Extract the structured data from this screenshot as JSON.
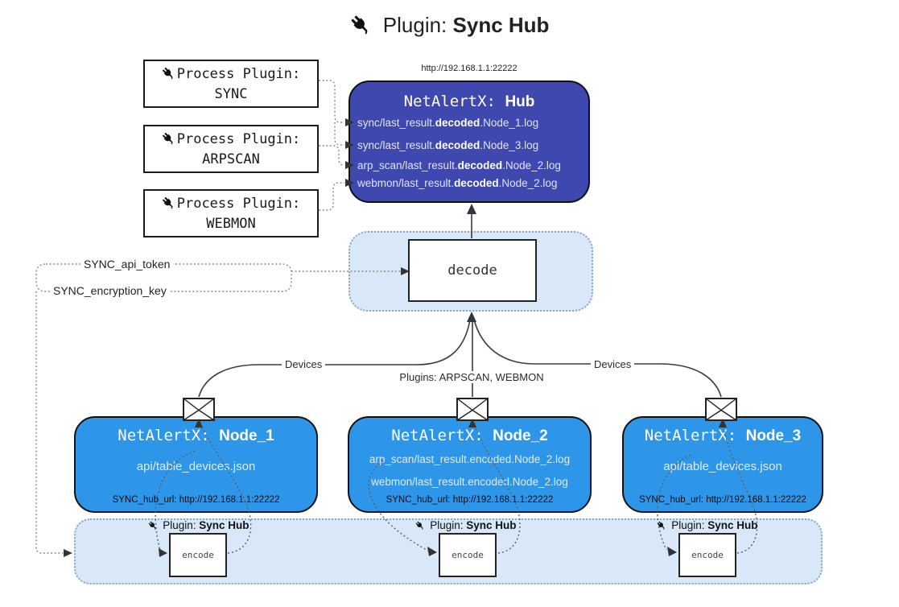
{
  "title": {
    "prefix": "Plugin:",
    "name": "Sync Hub"
  },
  "process_plugins": [
    {
      "label": "Process Plugin:",
      "name": "SYNC"
    },
    {
      "label": "Process Plugin:",
      "name": "ARPSCAN"
    },
    {
      "label": "Process Plugin:",
      "name": "WEBMON"
    }
  ],
  "hub": {
    "url": "http://192.168.1.1:22222",
    "title_prefix": "NetAlertX:",
    "title_name": "Hub",
    "logs": [
      {
        "pre": "sync/last_result.",
        "bold": "decoded",
        "post": ".Node_1.log"
      },
      {
        "pre": "sync/last_result.",
        "bold": "decoded",
        "post": ".Node_3.log"
      },
      {
        "pre": "arp_scan/last_result.",
        "bold": "decoded",
        "post": ".Node_2.log"
      },
      {
        "pre": "webmon/last_result.",
        "bold": "decoded",
        "post": ".Node_2.log"
      }
    ]
  },
  "decode_label": "decode",
  "encode_label": "encode",
  "settings": {
    "api_token": "SYNC_api_token",
    "encryption_key": "SYNC_encryption_key"
  },
  "edges": {
    "devices_left": "Devices",
    "devices_right": "Devices",
    "plugins": "Plugins: ARPSCAN, WEBMON"
  },
  "nodes": [
    {
      "title_prefix": "NetAlertX:",
      "name": "Node_1",
      "files": [
        "api/table_devices.json"
      ],
      "hub_url": "SYNC_hub_url: http://192.168.1.1:22222"
    },
    {
      "title_prefix": "NetAlertX:",
      "name": "Node_2",
      "files": [
        "arp_scan/last_result.encoded.Node_2.log",
        "webmon/last_result.encoded.Node_2.log"
      ],
      "hub_url": "SYNC_hub_url: http://192.168.1.1:22222"
    },
    {
      "title_prefix": "NetAlertX:",
      "name": "Node_3",
      "files": [
        "api/table_devices.json"
      ],
      "hub_url": "SYNC_hub_url: http://192.168.1.1:22222"
    }
  ],
  "encoder_label": {
    "prefix": "Plugin:",
    "name": "Sync Hub"
  },
  "icons": {
    "plug": "🔌",
    "envelope": "✉"
  },
  "colors": {
    "hub_fill": "#3f48af",
    "node_fill": "#2e96e8",
    "panel_fill": "#d9e8f9",
    "panel_border": "#8aa6c2"
  }
}
